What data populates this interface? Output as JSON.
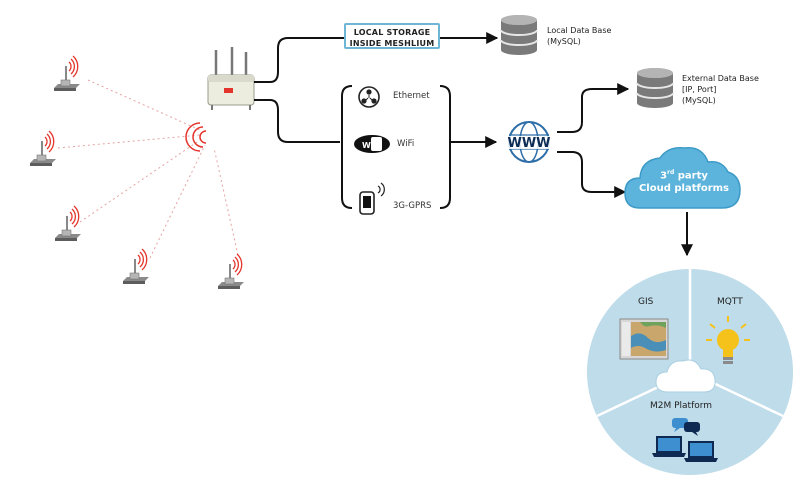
{
  "storage_box": {
    "line1": "LOCAL STORAGE",
    "line2": "INSIDE MESHLIUM"
  },
  "local_db": {
    "title": "Local Data Base",
    "subtitle": "(MySQL)"
  },
  "external_db": {
    "title": "External Data Base",
    "line2": "[IP, Port]",
    "line3": "(MySQL)"
  },
  "interfaces": {
    "ethernet": "Ethernet",
    "wifi": "WiFi",
    "gprs": "3G-GPRS",
    "wifi_badge": "WiFi"
  },
  "www_label": "WWW",
  "cloud": {
    "sup_prefix": "3",
    "sup": "rd",
    "suffix": " party",
    "line2": "Cloud platforms"
  },
  "platforms": {
    "gis": "GIS",
    "mqtt": "MQTT",
    "m2m": "M2M Platform"
  },
  "icons": {
    "sensor": "wireless-sensor-node-icon",
    "gateway": "meshlium-gateway-icon",
    "database": "database-icon",
    "ethernet": "ethernet-icon",
    "wifi": "wifi-logo-icon",
    "phone": "mobile-phone-icon",
    "globe": "www-globe-icon",
    "cloud": "cloud-icon",
    "map": "gis-map-icon",
    "bulb": "lightbulb-icon",
    "laptops": "laptops-chat-icon"
  },
  "colors": {
    "signal": "#e3352c",
    "storage_border": "#6fb6d6",
    "cloud": "#5cb4dc",
    "circle": "#bfdcea",
    "globe": "#2d6ea8",
    "bulb": "#f5c21b"
  }
}
